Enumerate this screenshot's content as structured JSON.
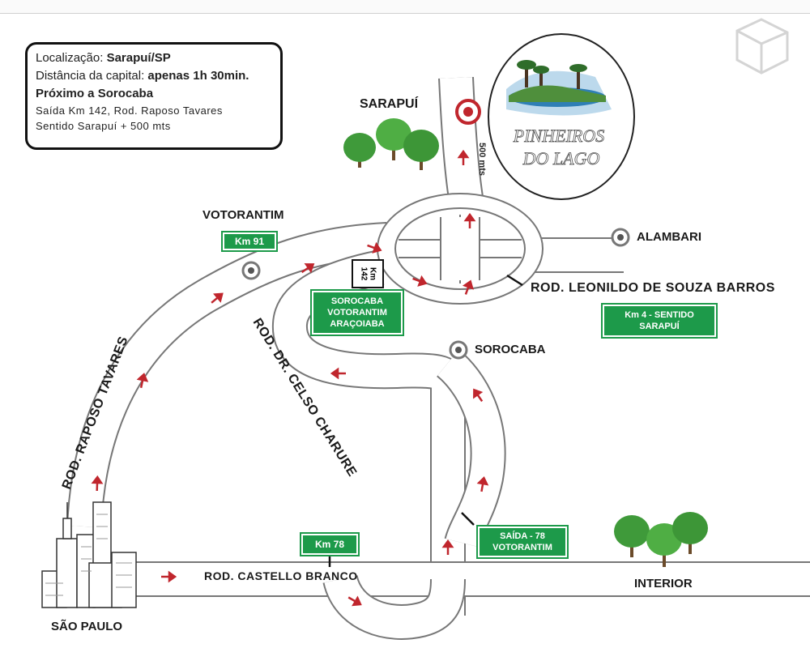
{
  "info": {
    "localizacao_label": "Localização:",
    "localizacao_value": "Sarapuí/SP",
    "distancia_label": "Distância da capital:",
    "distancia_value": "apenas 1h 30min.",
    "proximo": "Próximo a Sorocaba",
    "saida": "Saída Km 142, Rod. Raposo Tavares",
    "sentido": "Sentido Sarapuí + 500 mts"
  },
  "places": {
    "sarapui": "SARAPUÍ",
    "votorantim": "VOTORANTIM",
    "alambari": "ALAMBARI",
    "sorocaba": "SOROCABA",
    "sao_paulo": "SÃO PAULO",
    "interior": "INTERIOR"
  },
  "signs": {
    "km91": "Km 91",
    "km142_line1": "Km",
    "km142_line2": "142",
    "sorocaba_dest_1": "SOROCABA",
    "sorocaba_dest_2": "VOTORANTIM",
    "sorocaba_dest_3": "ARAÇOIABA",
    "km4_line1": "Km 4 - SENTIDO",
    "km4_line2": "SARAPUÍ",
    "km78": "Km 78",
    "saida78_line1": "SAÍDA - 78",
    "saida78_line2": "VOTORANTIM"
  },
  "roads": {
    "raposo": "ROD. RAPOSO TAVARES",
    "celso": "ROD. DR. CELSO CHARURE",
    "leonildo": "ROD. LEONILDO DE SOUZA BARROS",
    "castello": "ROD. CASTELLO BRANCO",
    "mts": "500 mts"
  },
  "logo": {
    "line1": "PINHEIROS",
    "line2": "DO LAGO"
  },
  "colors": {
    "road_fill": "#ffffff",
    "road_edge": "#7a7a7a",
    "arrow": "#c0262d",
    "sign_green": "#1d9a4a",
    "destination": "#c0262d"
  }
}
